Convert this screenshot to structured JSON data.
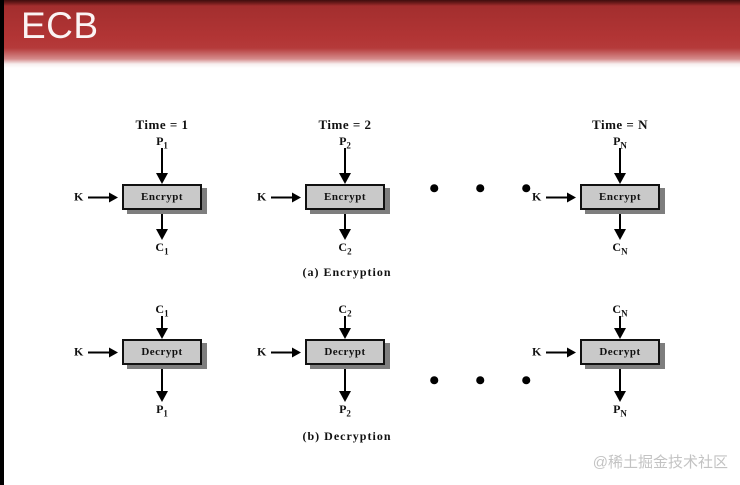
{
  "header": {
    "title": "ECB"
  },
  "colors": {
    "header_red": "#b23535",
    "header_dark": "#3f0d0d",
    "box_fill": "#c9c9c9",
    "box_shadow": "#7e7e7e",
    "watermark_gray": "#c3c3c3"
  },
  "watermark": {
    "text": "@稀土掘金技术社区"
  },
  "diagram": {
    "encryption": {
      "caption": "(a) Encryption",
      "ellipsis": "• • •",
      "units": [
        {
          "time": "Time = 1",
          "key": "K",
          "input": "P",
          "input_sub": "1",
          "box": "Encrypt",
          "output": "C",
          "output_sub": "1"
        },
        {
          "time": "Time = 2",
          "key": "K",
          "input": "P",
          "input_sub": "2",
          "box": "Encrypt",
          "output": "C",
          "output_sub": "2"
        },
        {
          "time": "Time = N",
          "key": "K",
          "input": "P",
          "input_sub": "N",
          "box": "Encrypt",
          "output": "C",
          "output_sub": "N"
        }
      ]
    },
    "decryption": {
      "caption": "(b) Decryption",
      "ellipsis": "• • •",
      "units": [
        {
          "key": "K",
          "input": "C",
          "input_sub": "1",
          "box": "Decrypt",
          "output": "P",
          "output_sub": "1"
        },
        {
          "key": "K",
          "input": "C",
          "input_sub": "2",
          "box": "Decrypt",
          "output": "P",
          "output_sub": "2"
        },
        {
          "key": "K",
          "input": "C",
          "input_sub": "N",
          "box": "Decrypt",
          "output": "P",
          "output_sub": "N"
        }
      ]
    }
  }
}
